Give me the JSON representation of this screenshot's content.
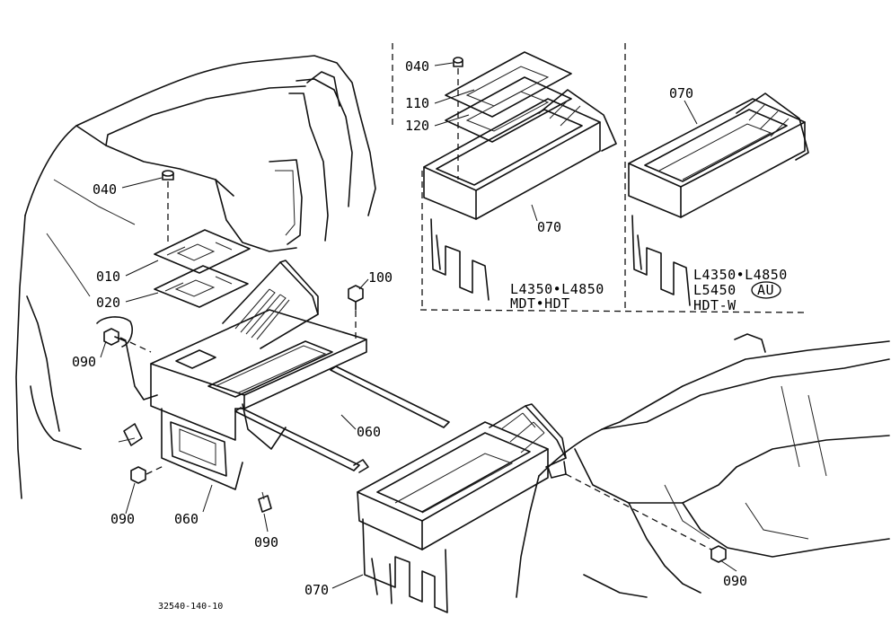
{
  "diagram": {
    "type": "exploded-parts-view",
    "ref_code": "32540-140-10",
    "insets": [
      {
        "models": "L4350•L4850",
        "variant": "MDT•HDT"
      },
      {
        "models": "L4350•L4850",
        "models2": "L5450",
        "badge": "AU",
        "variant": "HDT-W"
      }
    ],
    "labels": {
      "l040_main": "040",
      "l010": "010",
      "l020": "020",
      "l090_a": "090",
      "l100": "100",
      "l060_rod": "060",
      "l060_brk": "060",
      "l090_b": "090",
      "l090_c": "090",
      "l070_main": "070",
      "l090_d": "090",
      "l040_in": "040",
      "l110": "110",
      "l120": "120",
      "l070_in1": "070",
      "l070_in2": "070"
    }
  }
}
